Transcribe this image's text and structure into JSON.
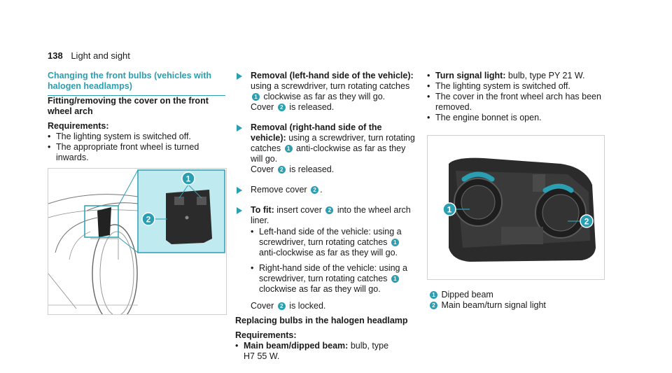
{
  "header": {
    "page_number": "138",
    "chapter": "Light and sight"
  },
  "section_title": "Changing the front bulbs (vehicles with halogen headlamps)",
  "left": {
    "subheading": "Fitting/removing the cover on the front wheel arch",
    "req_label": "Requirements:",
    "requirements": [
      "The lighting system is switched off.",
      "The appropriate front wheel is turned inwards."
    ],
    "fig_markers": [
      "1",
      "2"
    ]
  },
  "middle": {
    "step1": {
      "bold": "Removal (left-hand side of the vehicle):",
      "a": " using a screwdriver, turn rotating catches ",
      "b": " clockwise as far as they will go.",
      "cover_a": "Cover ",
      "cover_b": " is released."
    },
    "step2": {
      "bold": "Removal (right-hand side of the vehicle):",
      "a": " using a screwdriver, turn rotating catches ",
      "b": " anti-clockwise as far as they will go.",
      "cover_a": "Cover ",
      "cover_b": " is released."
    },
    "step3": {
      "a": "Remove cover ",
      "b": "."
    },
    "step4": {
      "bold": "To fit:",
      "a": " insert cover ",
      "b": " into the wheel arch liner."
    },
    "sub_bullets": [
      {
        "a": "Left-hand side of the vehicle: using a screwdriver, turn rotating catches ",
        "b": " anti-clockwise as far as they will go."
      },
      {
        "a": "Right-hand side of the vehicle: using a screwdriver, turn rotating catches ",
        "b": " clockwise as far as they will go."
      }
    ],
    "locked_a": "Cover ",
    "locked_b": " is locked.",
    "replace_heading": "Replacing bulbs in the halogen headlamp",
    "req_label": "Requirements:",
    "req_item_bold": "Main beam/dipped beam:",
    "req_item_text": " bulb, type H7 55 W."
  },
  "right": {
    "items": [
      {
        "bold": "Turn signal light:",
        "text": " bulb, type PY 21 W."
      },
      {
        "bold": "",
        "text": "The lighting system is switched off."
      },
      {
        "bold": "",
        "text": "The cover in the front wheel arch has been removed."
      },
      {
        "bold": "",
        "text": "The engine bonnet is open."
      }
    ],
    "legend": [
      {
        "marker": "1",
        "label": "Dipped beam"
      },
      {
        "marker": "2",
        "label": "Main beam/turn signal light"
      }
    ]
  },
  "badges": {
    "one": "1",
    "two": "2"
  },
  "colors": {
    "accent": "#2a9fb2",
    "figure_bg": "#bfeaf0"
  }
}
